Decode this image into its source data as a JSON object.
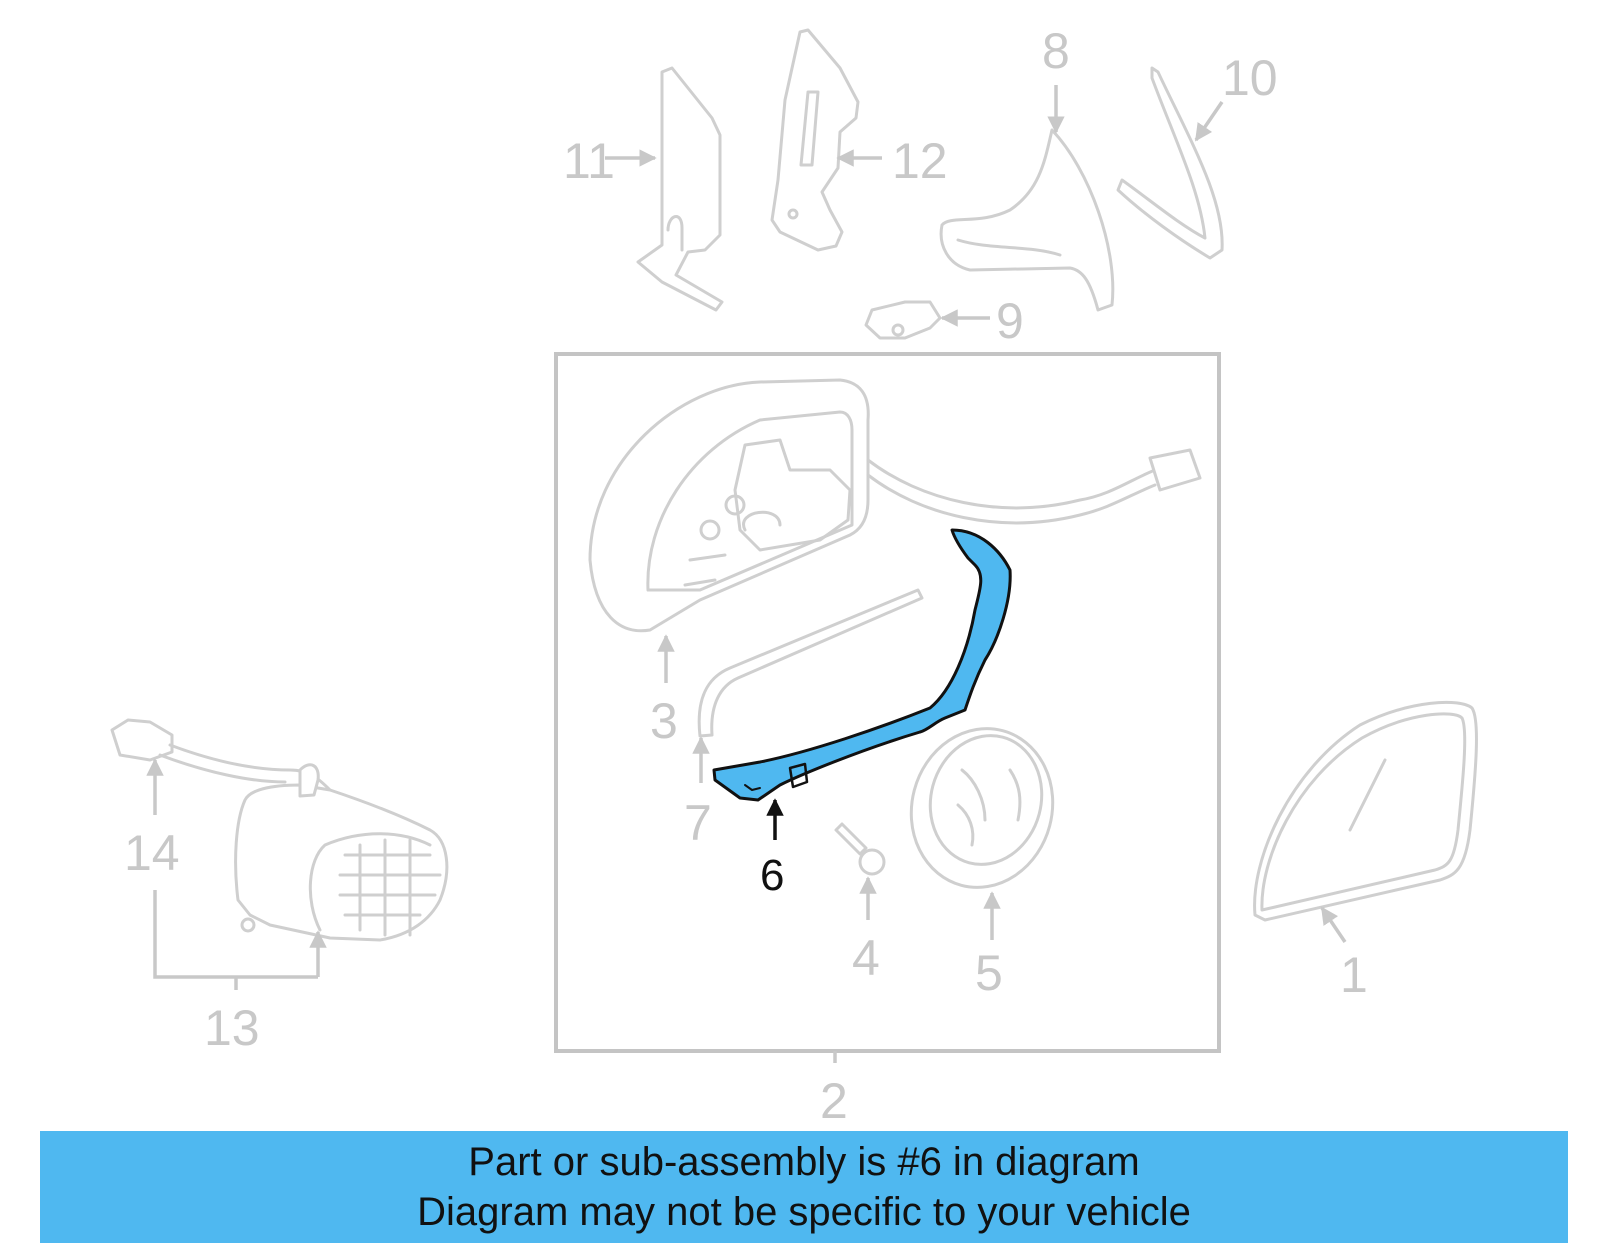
{
  "labels": {
    "p1": "1",
    "p2": "2",
    "p3": "3",
    "p4": "4",
    "p5": "5",
    "p6": "6",
    "p7": "7",
    "p8": "8",
    "p9": "9",
    "p10": "10",
    "p11": "11",
    "p12": "12",
    "p13": "13",
    "p14": "14"
  },
  "highlighted_part": "6",
  "colors": {
    "highlight": "#4fb8f0",
    "banner": "#4fb8f0",
    "muted": "#c8c8c8"
  },
  "banner": {
    "line1": "Part or sub-assembly is #6 in diagram",
    "line2": "Diagram may not be specific to your vehicle"
  }
}
